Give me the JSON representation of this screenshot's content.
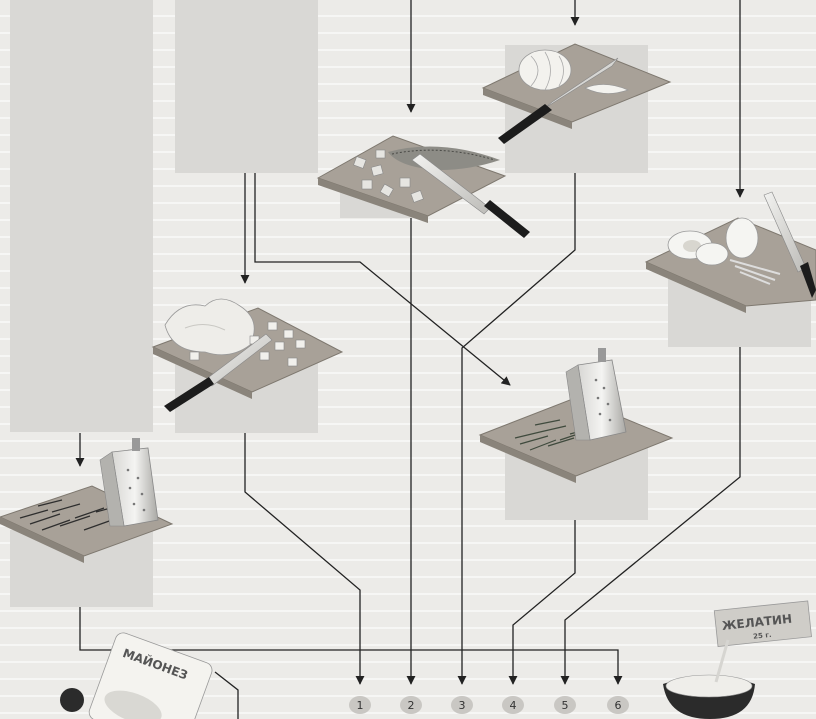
{
  "steps": [
    {
      "label": "1"
    },
    {
      "label": "2"
    },
    {
      "label": "3"
    },
    {
      "label": "4"
    },
    {
      "label": "5"
    },
    {
      "label": "6"
    }
  ],
  "packages": {
    "mayonnaise_label": "МАЙОНЕЗ",
    "gelatin_label": "ЖЕЛАТИН",
    "gelatin_weight": "25 г."
  },
  "illustrations": [
    {
      "name": "herring-fillet-board",
      "icon": "fish-icon"
    },
    {
      "name": "onion-board",
      "icon": "onion-icon"
    },
    {
      "name": "boiled-eggs-board",
      "icon": "egg-icon"
    },
    {
      "name": "diced-potatoes-board",
      "icon": "potato-icon"
    },
    {
      "name": "grated-beets-board",
      "icon": "grater-icon"
    },
    {
      "name": "grated-carrots-board",
      "icon": "grater-icon"
    },
    {
      "name": "gelatin-bowl",
      "icon": "bowl-icon"
    }
  ],
  "colors": {
    "paper": "#ecebe8",
    "panel": "#d9d8d5",
    "board": "#a59f96",
    "line": "#222222",
    "badge": "#c9c7c3"
  }
}
